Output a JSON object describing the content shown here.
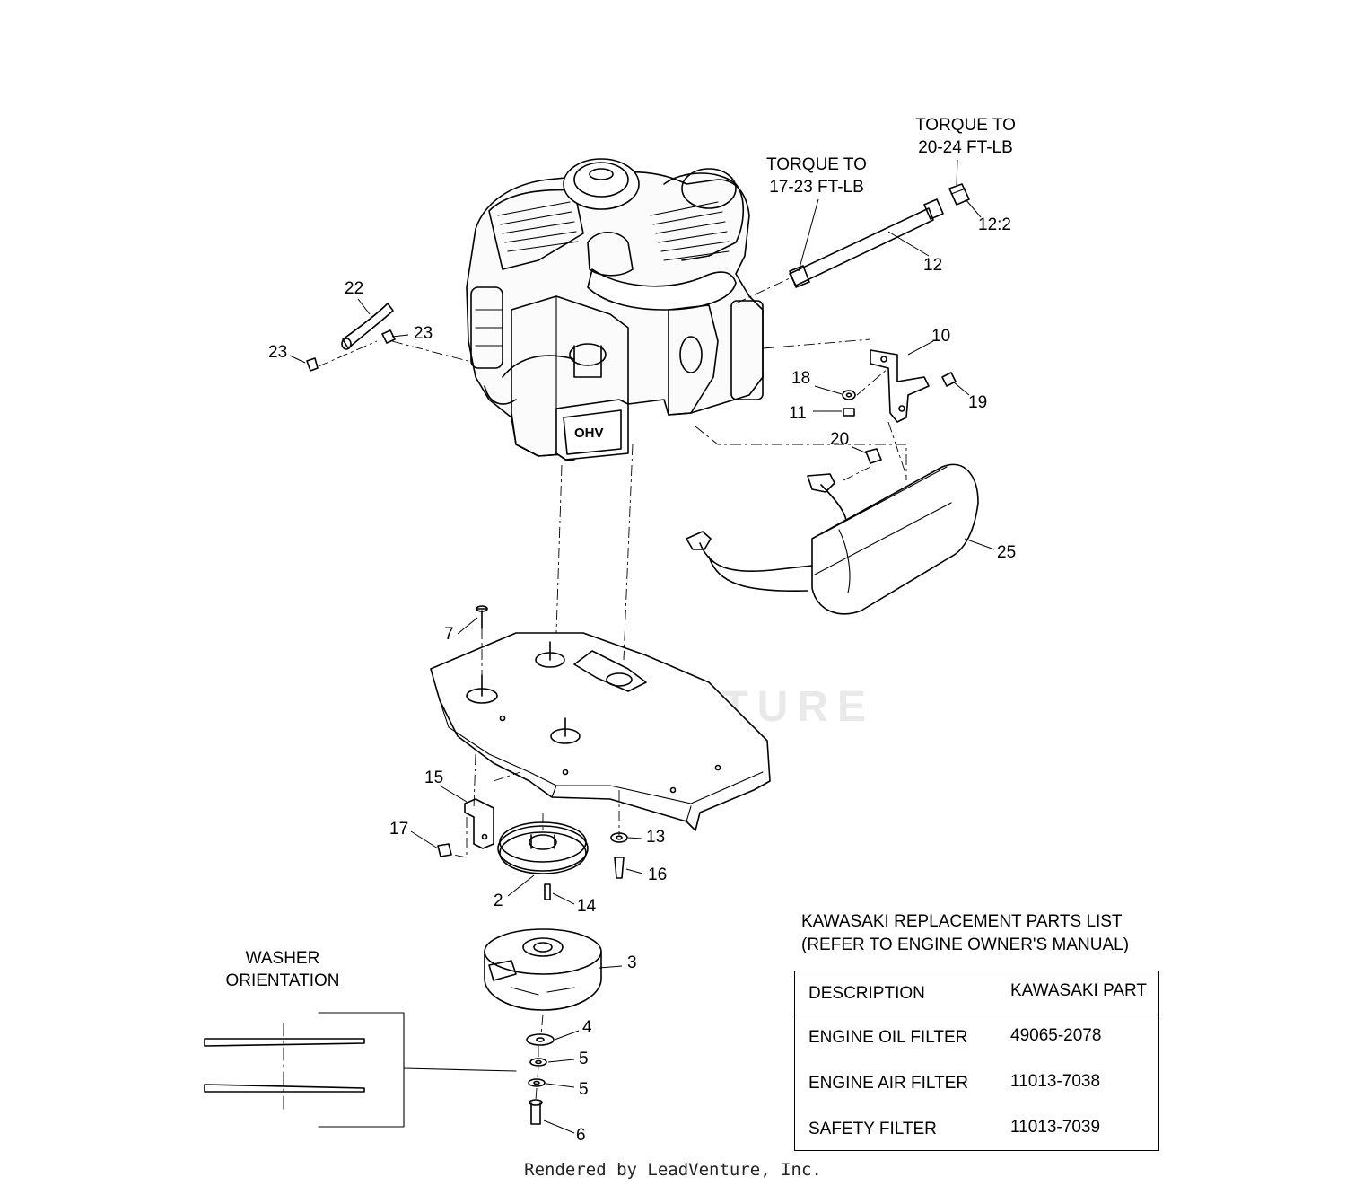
{
  "callouts": {
    "c2": "2",
    "c3": "3",
    "c4": "4",
    "c5a": "5",
    "c5b": "5",
    "c6": "6",
    "c7": "7",
    "c10": "10",
    "c11": "11",
    "c12": "12",
    "c12_2": "12:2",
    "c13": "13",
    "c14": "14",
    "c15": "15",
    "c16": "16",
    "c17": "17",
    "c18": "18",
    "c19": "19",
    "c20": "20",
    "c22": "22",
    "c23a": "23",
    "c23b": "23",
    "c25": "25"
  },
  "notes": {
    "torque_left": {
      "line1": "TORQUE TO",
      "line2": "17-23 FT-LB"
    },
    "torque_right": {
      "line1": "TORQUE TO",
      "line2": "20-24 FT-LB"
    },
    "washer": {
      "line1": "WASHER",
      "line2": "ORIENTATION"
    }
  },
  "engine_marks": {
    "ohv": "OHV"
  },
  "parts_list": {
    "title_line1": "KAWASAKI REPLACEMENT PARTS LIST",
    "title_line2": "(REFER TO ENGINE OWNER'S MANUAL)",
    "headers": [
      "DESCRIPTION",
      "KAWASAKI PART"
    ],
    "rows": [
      [
        "ENGINE OIL FILTER",
        "49065-2078"
      ],
      [
        "ENGINE AIR FILTER",
        "11013-7038"
      ],
      [
        "SAFETY FILTER",
        "11013-7039"
      ]
    ]
  },
  "watermark": "LEADVENTURE",
  "footer": "Rendered by LeadVenture, Inc."
}
